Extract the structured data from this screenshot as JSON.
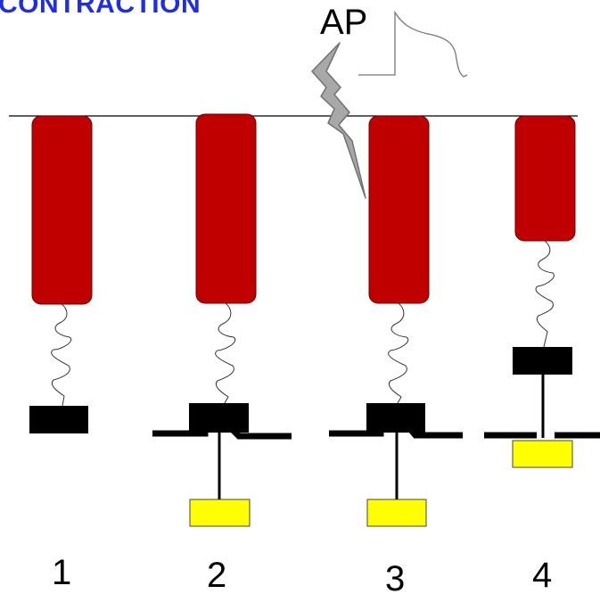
{
  "title": "CONTRACTION",
  "ap_label": "AP",
  "stages": [
    {
      "label": "1"
    },
    {
      "label": "2"
    },
    {
      "label": "3"
    },
    {
      "label": "4"
    }
  ],
  "colors": {
    "title": "#1f2fe0",
    "muscle": "#c00000",
    "muscle_outline": "#6b0000",
    "block": "#000000",
    "weight": "#ffff00",
    "lightning": "#a8a8a8",
    "lightning_outline": "#707070"
  }
}
